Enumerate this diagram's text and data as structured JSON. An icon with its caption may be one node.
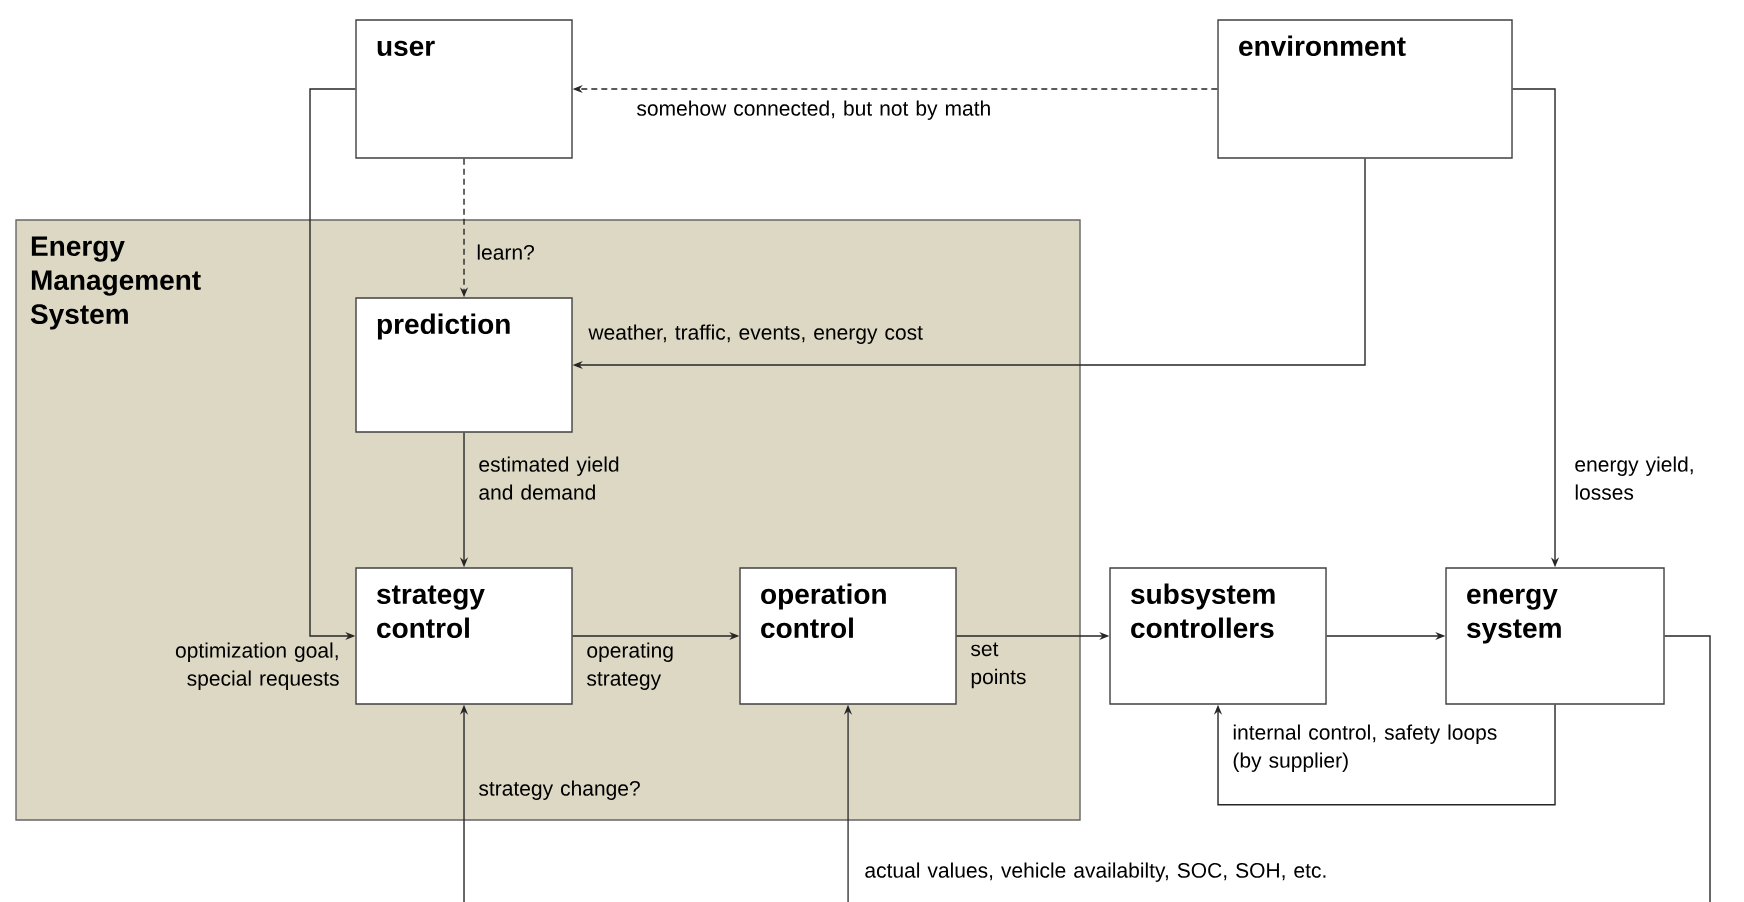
{
  "diagram": {
    "nodes": [
      {
        "text": [
          "Energy Management System"
        ]
      },
      {
        "text": [
          "user"
        ]
      },
      {
        "text": [
          "environment"
        ]
      },
      {
        "text": [
          "prediction"
        ],
        "in": 0
      },
      {
        "text": [
          "strategy control"
        ],
        "in": 0
      },
      {
        "text": [
          "operation control"
        ],
        "in": 0
      },
      {
        "text": [
          "subsystem controllers"
        ]
      },
      {
        "text": [
          "energy system"
        ]
      }
    ],
    "edges": [
      {
        "from": 2,
        "to": 1,
        "arrow": "to",
        "style": "dashed",
        "label": "somehow connected, but not by math"
      },
      {
        "from": 1,
        "to": 3,
        "arrow": "to",
        "style": "dashed",
        "label": "learn?"
      },
      {
        "from": 2,
        "to": 3,
        "arrow": "to",
        "label": "weather, traffic, events, energy cost"
      },
      {
        "from": 2,
        "to": 7,
        "arrow": "to",
        "label": "energy yield, losses"
      },
      {
        "from": 1,
        "to": 4,
        "arrow": "to",
        "label": "optimization goal, special requests"
      },
      {
        "from": 3,
        "to": 4,
        "arrow": "to",
        "label": "estimated yield and demand"
      },
      {
        "from": 4,
        "to": 5,
        "arrow": "to",
        "label": "operating strategy"
      },
      {
        "from": 5,
        "to": 6,
        "arrow": "to",
        "label": "set points"
      },
      {
        "from": 6,
        "to": 7,
        "arrow": "to"
      },
      {
        "from": 7,
        "to": 6,
        "arrow": "to",
        "label": "internal control, safety loops (by supplier)"
      },
      {
        "from": 7,
        "to": null,
        "arrow": "none"
      },
      {
        "from": null,
        "to": 4,
        "arrow": "to",
        "label": "strategy change?"
      },
      {
        "from": null,
        "to": 5,
        "arrow": "to",
        "label": "actual values, vehicle availabilty, SOC, SOH, etc."
      }
    ]
  }
}
